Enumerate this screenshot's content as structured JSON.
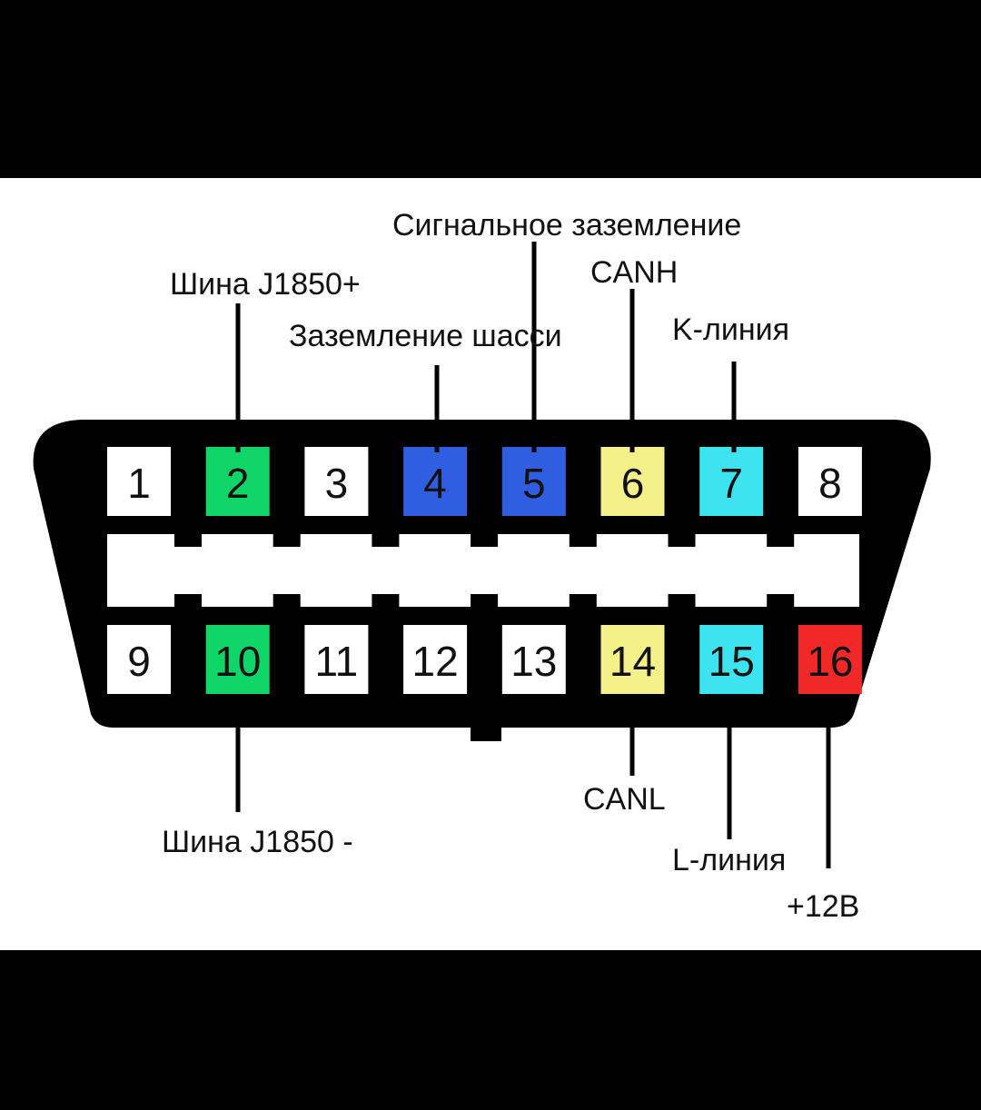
{
  "pins": [
    {
      "number": "1",
      "color": "#ffffff"
    },
    {
      "number": "2",
      "color": "#10d66a"
    },
    {
      "number": "3",
      "color": "#ffffff"
    },
    {
      "number": "4",
      "color": "#2f5ee0"
    },
    {
      "number": "5",
      "color": "#2f5ee0"
    },
    {
      "number": "6",
      "color": "#f4f08a"
    },
    {
      "number": "7",
      "color": "#3ee3f0"
    },
    {
      "number": "8",
      "color": "#ffffff"
    },
    {
      "number": "9",
      "color": "#ffffff"
    },
    {
      "number": "10",
      "color": "#10d66a"
    },
    {
      "number": "11",
      "color": "#ffffff"
    },
    {
      "number": "12",
      "color": "#ffffff"
    },
    {
      "number": "13",
      "color": "#ffffff"
    },
    {
      "number": "14",
      "color": "#f4f08a"
    },
    {
      "number": "15",
      "color": "#3ee3f0"
    },
    {
      "number": "16",
      "color": "#f02828"
    }
  ],
  "labels": {
    "signal_ground": "Сигнальное заземление",
    "j1850_plus": "Шина J1850+",
    "canh": "CANH",
    "chassis_ground": "Заземление шасси",
    "k_line": "K-линия",
    "canl": "CANL",
    "j1850_minus": "Шина J1850 -",
    "l_line": "L-линия",
    "plus_12v": "+12В"
  },
  "colors": {
    "connector_body": "#000000",
    "background": "#ffffff",
    "frame": "#000000"
  }
}
